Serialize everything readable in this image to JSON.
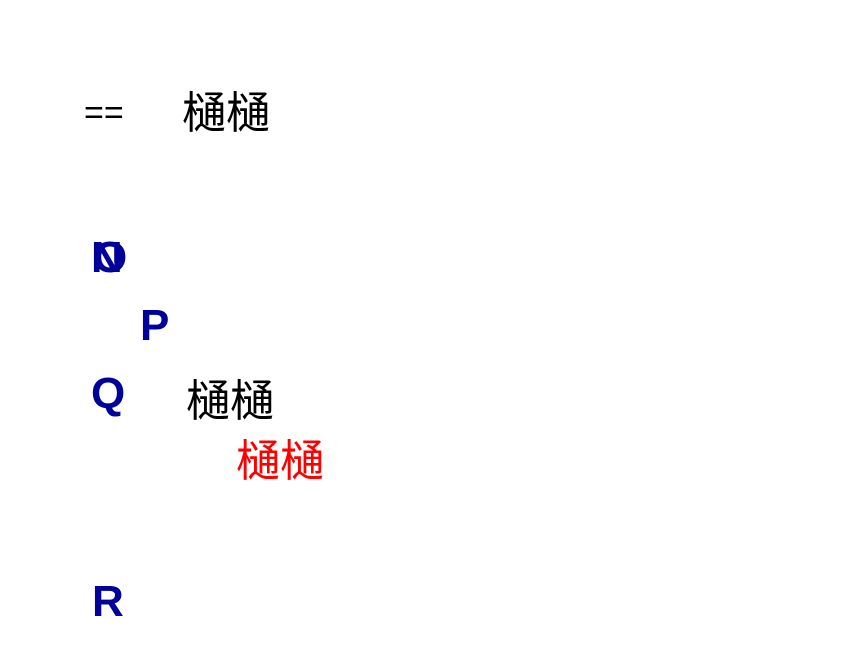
{
  "line1": {
    "operator": "==",
    "text": "樋樋"
  },
  "letters": {
    "n": "N",
    "o": "O",
    "p": "P",
    "q": "Q",
    "r": "R"
  },
  "line2": {
    "text": "樋樋"
  },
  "line3": {
    "text": "樋樋"
  },
  "colors": {
    "letters": "#00009a",
    "text": "#000000",
    "highlight": "#ff0000",
    "background": "#ffffff"
  }
}
